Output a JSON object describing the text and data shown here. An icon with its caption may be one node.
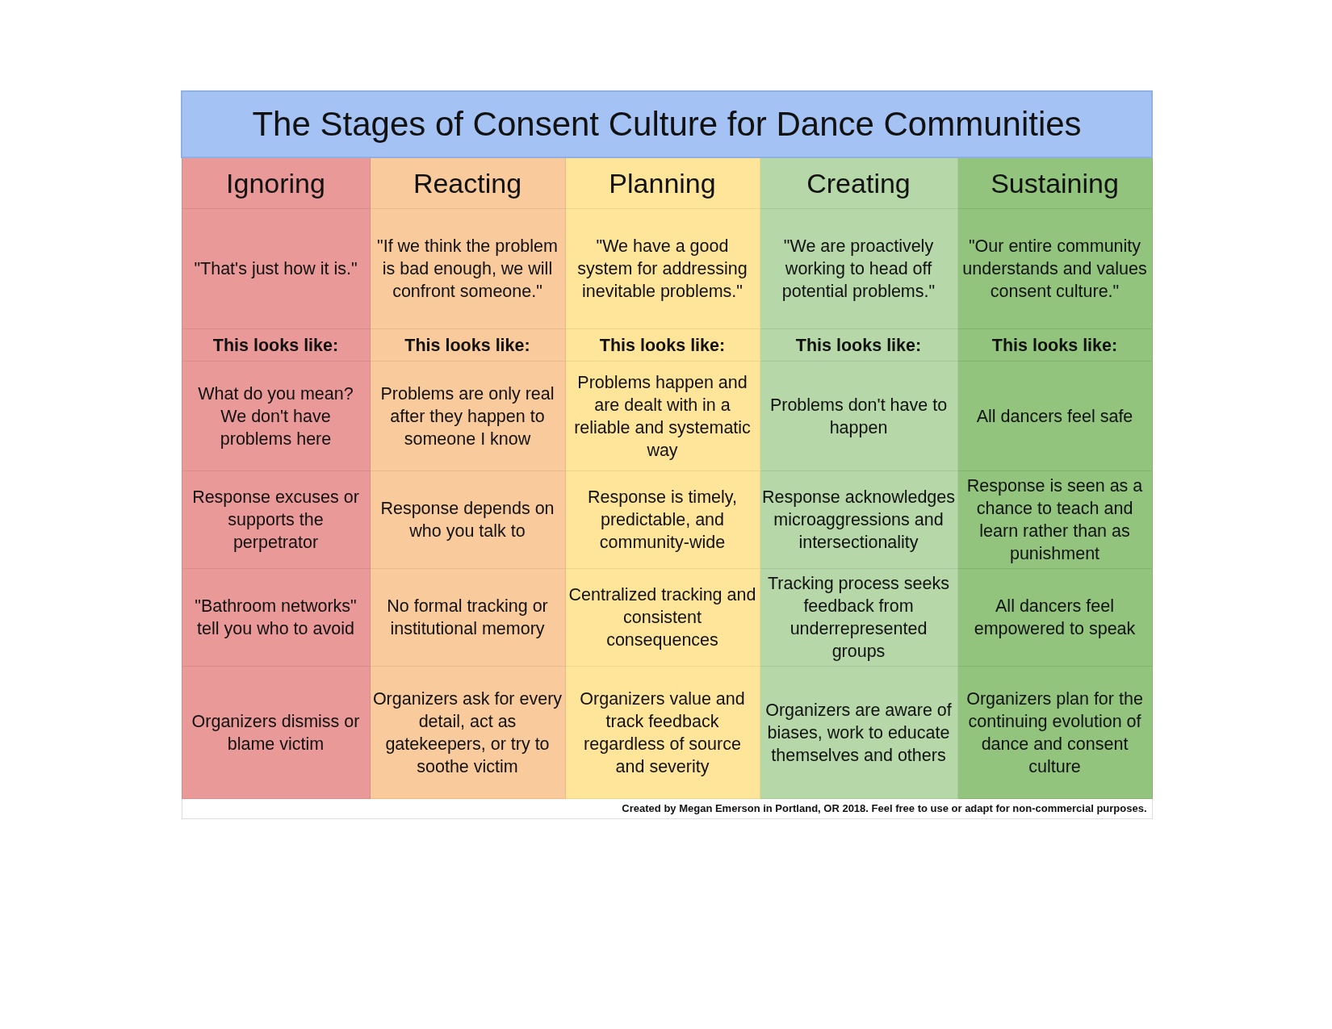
{
  "diagram": {
    "title": "The Stages of Consent Culture for Dance Communities",
    "labels": [
      "Ignoring",
      "Reacting",
      "Planning",
      "Creating",
      "Sustaining",
      "\"That's just how it is.\"",
      "\"If we think the problem is bad enough, we will confront someone.\"",
      "\"We have a good system for addressing inevitable problems.\"",
      "\"We are proactively working to head off potential problems.\"",
      "\"Our entire community understands and values consent culture.\"",
      "This looks like:",
      "This looks like:",
      "This looks like:",
      "This looks like:",
      "This looks like:",
      "What do you mean? We don't have problems here",
      "Problems are only real after they happen to someone I know",
      "Problems happen and are dealt with in a reliable and systematic way",
      "Problems don't have to happen",
      "All dancers feel safe",
      "Response excuses or supports the perpetrator",
      "Response depends on who you talk to",
      "Response is timely, predictable, and community-wide",
      "Response acknowledges microaggressions and intersectionality",
      "Response is seen as a chance to teach and learn rather than as punishment",
      "\"Bathroom networks\" tell you who to avoid",
      "No formal tracking or institutional memory",
      "Centralized tracking and consistent consequences",
      "Tracking process seeks feedback from underrepresented groups",
      "All dancers feel empowered to speak",
      "Organizers dismiss or blame victim",
      "Organizers ask for every detail, act as gatekeepers, or try to soothe victim",
      "Organizers value and track feedback regardless of source and severity",
      "Organizers are aware of biases, work to educate themselves and others",
      "Organizers plan for the continuing evolution of dance and consent culture"
    ],
    "caption": "Created by Megan Emerson in Portland, OR 2018. Feel free to use or adapt for non-commercial purposes."
  }
}
